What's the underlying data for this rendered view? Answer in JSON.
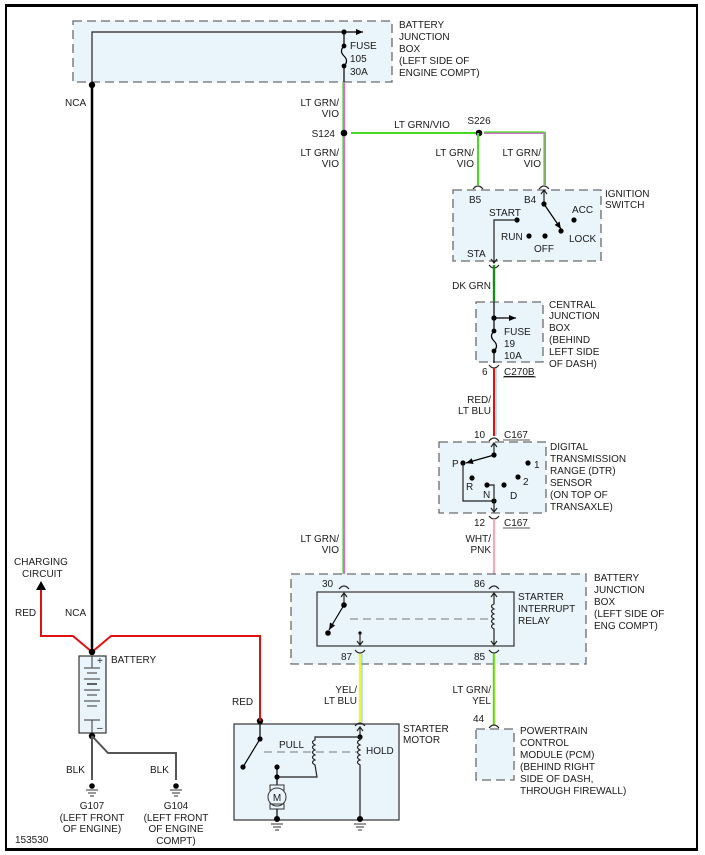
{
  "diagram": {
    "figure_id": "153530",
    "colors": {
      "lt_grn": "#44dd22",
      "vio": "#d070d0",
      "dk_grn": "#1a8a1a",
      "red": "#e01010",
      "lt_blu": "#66c8ee",
      "wht": "#ffffff",
      "pnk": "#f4a8b8",
      "yel": "#f0f040",
      "blk": "#000000",
      "gray_wire": "#555555",
      "box_fill": "#eaf4fb"
    },
    "components": {
      "bjb_top": {
        "name_lines": [
          "BATTERY",
          "JUNCTION",
          "BOX",
          "(LEFT SIDE OF",
          "ENGINE COMPT)"
        ],
        "fuse_lines": [
          "FUSE",
          "105",
          "30A"
        ]
      },
      "ignition_switch": {
        "name_lines": [
          "IGNITION",
          "SWITCH"
        ],
        "pins": [
          "B5",
          "B4",
          "STA"
        ],
        "positions": [
          "START",
          "RUN",
          "OFF",
          "ACC",
          "LOCK"
        ]
      },
      "cjb": {
        "name_lines": [
          "CENTRAL",
          "JUNCTION",
          "BOX",
          "(BEHIND",
          "LEFT SIDE",
          "OF DASH)"
        ],
        "fuse_lines": [
          "FUSE",
          "19",
          "10A"
        ],
        "pin": "6",
        "connector": "C270B"
      },
      "dtr_sensor": {
        "name_lines": [
          "DIGITAL",
          "TRANSMISSION",
          "RANGE (DTR)",
          "SENSOR",
          "(ON TOP OF",
          "TRANSAXLE)"
        ],
        "positions": [
          "P",
          "R",
          "N",
          "D",
          "2",
          "1"
        ],
        "pin_top": "10",
        "pin_bottom": "12",
        "connector_top": "C167",
        "connector_bottom": "C167"
      },
      "bjb_relay": {
        "name_lines": [
          "BATTERY",
          "JUNCTION",
          "BOX",
          "(LEFT SIDE OF",
          "ENG COMPT)"
        ],
        "relay_lines": [
          "STARTER",
          "INTERRUPT",
          "RELAY"
        ],
        "pins": [
          "30",
          "86",
          "87",
          "85"
        ]
      },
      "starter_motor": {
        "name_lines": [
          "STARTER",
          "MOTOR"
        ],
        "pull": "PULL",
        "hold": "HOLD",
        "motor": "M"
      },
      "pcm": {
        "name_lines": [
          "POWERTRAIN",
          "CONTROL",
          "MODULE (PCM)",
          "(BEHIND RIGHT",
          "SIDE OF DASH,",
          "THROUGH FIREWALL)"
        ],
        "pin": "44"
      },
      "battery": {
        "name": "BATTERY",
        "plus": "+",
        "minus": "–"
      },
      "charging": {
        "name_lines": [
          "CHARGING",
          "CIRCUIT"
        ]
      },
      "g107": {
        "name_lines": [
          "G107",
          "(LEFT FRONT",
          "OF ENGINE)"
        ]
      },
      "g104": {
        "name_lines": [
          "G104",
          "(LEFT FRONT",
          "OF ENGINE",
          "COMPT)"
        ]
      }
    },
    "wires": {
      "nca_top": "NCA",
      "nca_bottom": "NCA",
      "ltgrnvio_1": [
        "LT GRN/",
        "VIO"
      ],
      "ltgrnvio_2": [
        "LT GRN/",
        "VIO"
      ],
      "ltgrnvio_h": "LT GRN/VIO",
      "ltgrnvio_b5": [
        "LT GRN/",
        "VIO"
      ],
      "ltgrnvio_b4": [
        "LT GRN/",
        "VIO"
      ],
      "ltgrnvio_relay": [
        "LT GRN/",
        "VIO"
      ],
      "dkgrn": "DK GRN",
      "redltblu": [
        "RED/",
        "LT BLU"
      ],
      "whtpnk": [
        "WHT/",
        "PNK"
      ],
      "yelltblu": [
        "YEL/",
        "LT BLU"
      ],
      "ltgrnyel": [
        "LT GRN/",
        "YEL"
      ],
      "red_charge": "RED",
      "red_starter": "RED",
      "blk_1": "BLK",
      "blk_2": "BLK"
    },
    "splices": {
      "s124": "S124",
      "s226": "S226"
    }
  }
}
